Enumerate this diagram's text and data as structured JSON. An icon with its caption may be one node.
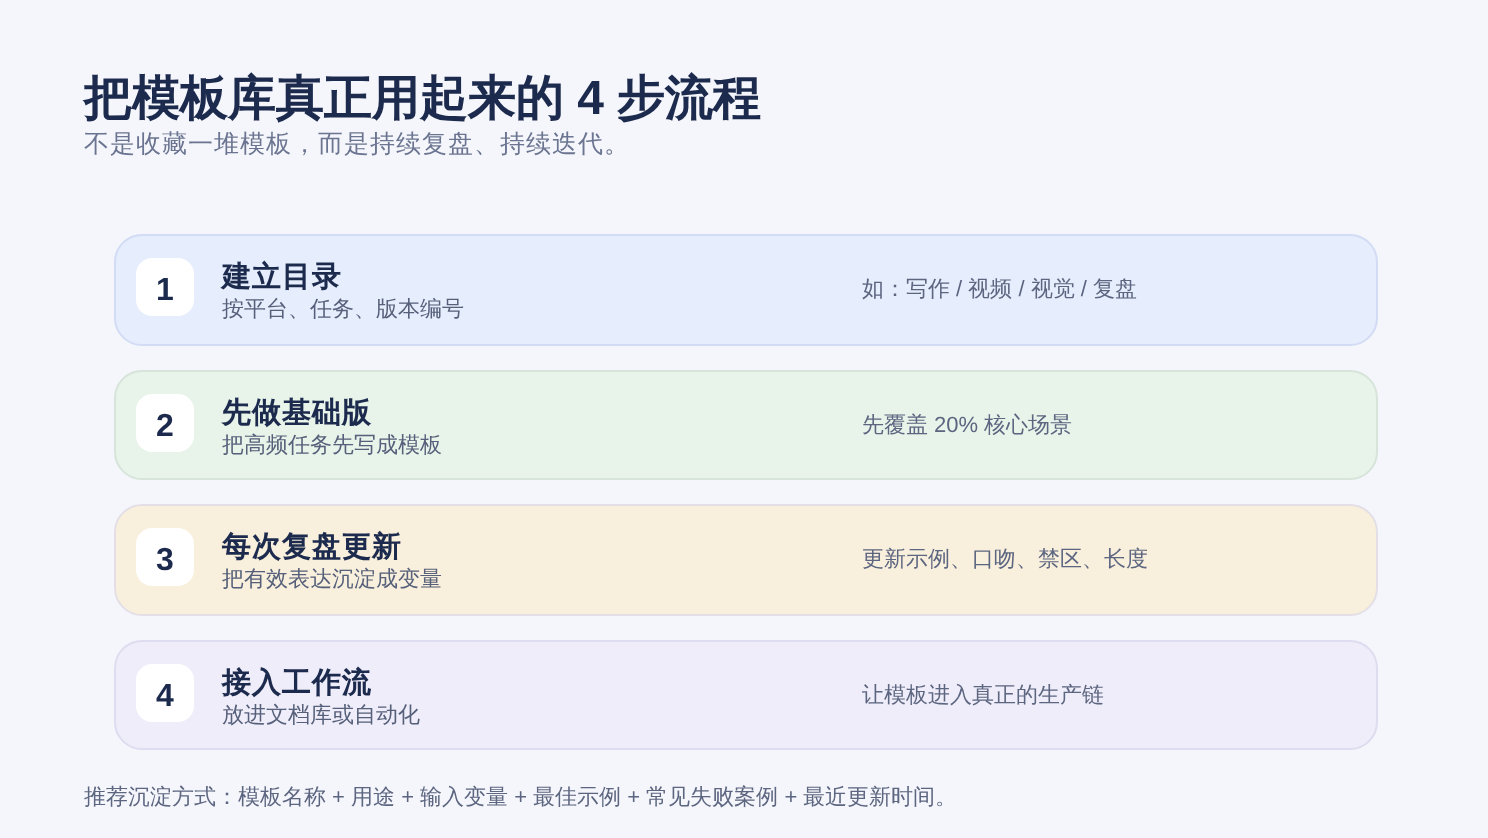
{
  "diagram": {
    "title": "把模板库真正用起来的 4 步流程",
    "nodes": [
      {
        "text": [
          "建立目录",
          "按平台、任务、版本编号",
          "如：写作 / 视频 / 视觉 / 复盘"
        ]
      },
      {
        "text": [
          "1"
        ],
        "in": 0
      },
      {
        "text": [
          "先做基础版",
          "把高频任务先写成模板",
          "先覆盖 20% 核心场景"
        ]
      },
      {
        "text": [
          "2"
        ],
        "in": 2
      },
      {
        "text": [
          "每次复盘更新",
          "把有效表达沉淀成变量",
          "更新示例、口吻、禁区、长度"
        ]
      },
      {
        "text": [
          "3"
        ],
        "in": 4
      },
      {
        "text": [
          "接入工作流",
          "放进文档库或自动化",
          "让模板进入真正的生产链"
        ]
      },
      {
        "text": [
          "4"
        ],
        "in": 6
      }
    ],
    "labels": [
      "不是收藏一堆模板，而是持续复盘、持续迭代。"
    ],
    "caption": "推荐沉淀方式：模板名称 + 用途 + 输入变量 + 最佳示例 + 常见失败案例 + 最近更新时间。"
  }
}
